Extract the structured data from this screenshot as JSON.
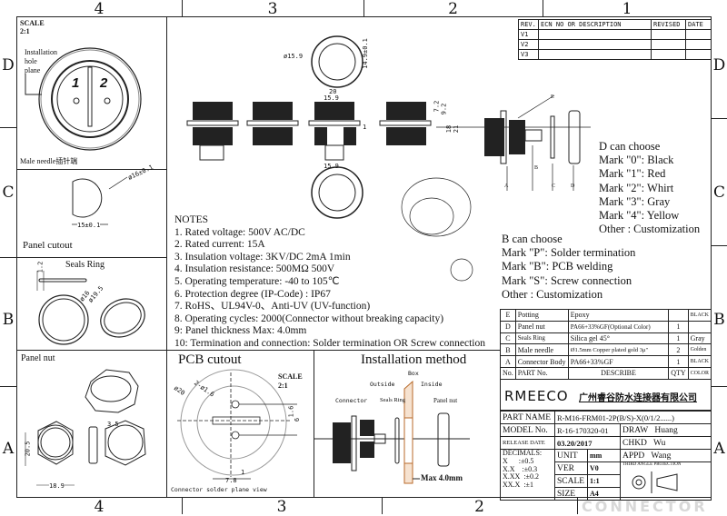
{
  "zones": {
    "columns": [
      "4",
      "3",
      "2",
      "1"
    ],
    "rows": [
      "D",
      "C",
      "B",
      "A"
    ]
  },
  "male_view": {
    "scale_label": "SCALE",
    "scale": "2:1",
    "annotation": "Installation\nhole\nplane",
    "pin1": "1",
    "pin2": "2",
    "caption": "Male needle插针端"
  },
  "panel_cutout": {
    "title": "Panel cutout",
    "dia": "ø16±0.1",
    "width": "15±0.1"
  },
  "seals_ring": {
    "title": "Seals Ring",
    "thick": "1.2",
    "d1": "ø16",
    "d2": "ø19.5"
  },
  "panel_nut": {
    "title": "Panel nut",
    "height": "20.5",
    "width": "18.9",
    "thick": "3.5"
  },
  "dims": {
    "d159": "ø15.9",
    "h149": "14.9±0.1",
    "w20": "20",
    "w159a": "15.9",
    "w159b": "15.9",
    "t1": "1",
    "d72": "7.2",
    "d92": "9.2",
    "d18": "18",
    "d21": "21"
  },
  "exploded": {
    "labels": [
      "A",
      "B",
      "C",
      "D",
      "E"
    ]
  },
  "notes": {
    "title": "NOTES",
    "items": [
      "1. Rated voltage: 500V AC/DC",
      "2. Rated current: 15A",
      "3. Insulation voltage: 3KV/DC 2mA 1min",
      "4. Insulation resistance: 500MΩ 500V",
      "5. Operating temperature: -40 to 105℃",
      "6. Protection degree (IP-Code) : IP67",
      "7. RoHS、UL94V-0、Anti-UV (UV-function)",
      "8. Operating cycles: 2000(Connector without breaking capacity)",
      "9: Panel thickness Max: 4.0mm",
      "10: Termination and connection: Solder termination OR Screw connection"
    ]
  },
  "d_options": {
    "title": "D can choose",
    "items": [
      "Mark \"0\": Black",
      "Mark \"1\": Red",
      "Mark \"2\": Whirt",
      "Mark \"3\": Gray",
      "Mark \"4\": Yellow",
      "Other : Customization"
    ]
  },
  "b_options": {
    "title": "B can choose",
    "items": [
      "Mark \"P\":  Solder termination",
      "Mark \"B\":  PCB welding",
      "Mark \"S\":  Screw connection",
      "Other : Customization"
    ]
  },
  "revision": {
    "headers": [
      "REV.",
      "ECN NO OR DESCRIPTION",
      "REVISED",
      "DATE"
    ],
    "rows": [
      [
        "V1",
        "",
        "",
        ""
      ],
      [
        "V2",
        "",
        "",
        ""
      ],
      [
        "V3",
        "",
        "",
        ""
      ]
    ]
  },
  "pcb": {
    "title": "PCB cutout",
    "scale_label": "SCALE",
    "scale": "2:1",
    "d20": "ø20",
    "holes": "2-ø1.6",
    "d16": "1.6",
    "d6": "6",
    "d1": "1",
    "d78": "7.8",
    "caption": "Connector solder plane view"
  },
  "install": {
    "title": "Installation method",
    "box": "Box",
    "outside": "Outside",
    "inside": "Inside",
    "connector": "Connector",
    "seals": "Seals Ring",
    "nut": "Panel nut",
    "max": "Max 4.0mm"
  },
  "parts": {
    "rows": [
      [
        "E",
        "Potting",
        "Epoxy",
        "",
        "BLACK"
      ],
      [
        "D",
        "Panel nut",
        "PA66+33%GF(Optional Color)",
        "1",
        ""
      ],
      [
        "C",
        "Seals Ring",
        "Silica gel 45°",
        "1",
        "Gray"
      ],
      [
        "B",
        "Male needle",
        "Ø1.5mm Copper plated gold 3μ\"",
        "2",
        "Golden"
      ],
      [
        "A",
        "Connector Body",
        "PA66+33%GF",
        "1",
        "BLACK"
      ]
    ],
    "headers": [
      "No.",
      "PART No.",
      "DESCRIBE",
      "QTY",
      "COLOR"
    ]
  },
  "title_block": {
    "logo": "RMEECO",
    "company": "广州睿谷防水连接器有限公司",
    "part_name_label": "PART NAME",
    "part_name": "R-M16-FRM01-2P(B/S)-X(0/1/2......)",
    "model_label": "MODEL No.",
    "model": "R-16-170320-01",
    "release_label": "RELEASE DATE",
    "release": "03.20/2017",
    "draw_label": "DRAW",
    "draw": "Huang",
    "chkd_label": "CHKD",
    "chkd": "Wu",
    "appd_label": "APPD",
    "appd": "Wang",
    "decimals": [
      "DECIMALS:",
      "X      :±0.5",
      "X.X    :±0.3",
      "X.XX  :±0.2",
      "XX.X  :±1"
    ],
    "unit_label": "UNIT",
    "unit": "mm",
    "ver_label": "VER",
    "ver": "V0",
    "scale_label": "SCALE",
    "scale": "1:1",
    "size_label": "SIZE",
    "size": "A4",
    "projection": "THIRD ANGLE PROJECTION"
  },
  "watermark": "CONNECTOR"
}
